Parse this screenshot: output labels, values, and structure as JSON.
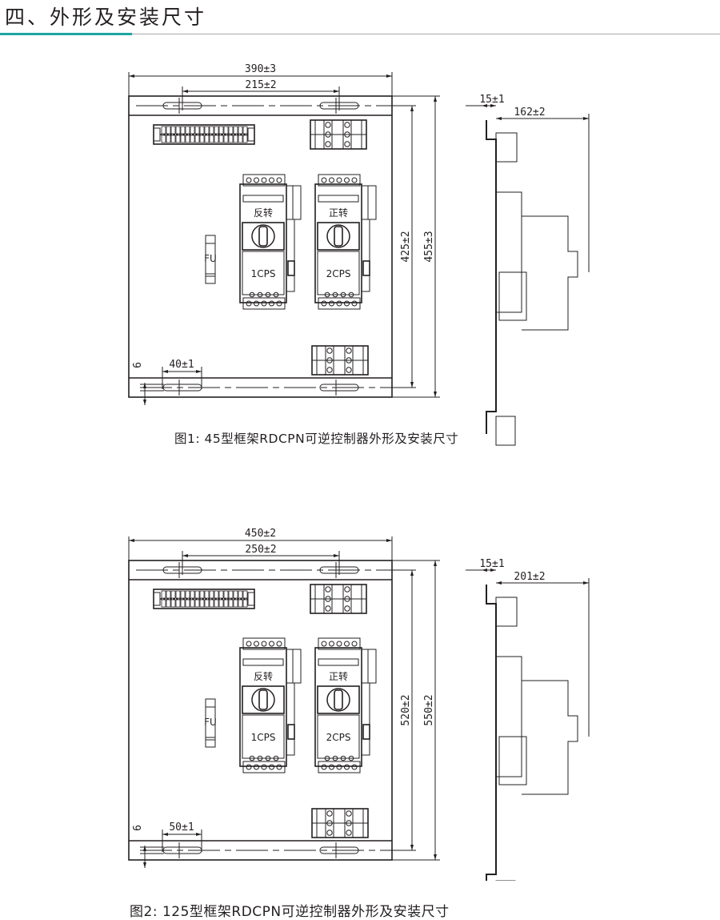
{
  "section": {
    "title": "四、外形及安装尺寸",
    "accent_color": "#1fa5a3",
    "rule_color": "#a9a9a9"
  },
  "figures": [
    {
      "caption": "图1: 45型框架RDCPN可逆控制器外形及安装尺寸",
      "front_view": {
        "overall_width": "390±3",
        "hole_spacing": "215±2",
        "hole_pitch_height": "425±2",
        "overall_height": "455±3",
        "slot_length": "40±1",
        "edge_offset": "6",
        "fuse_label": "FU",
        "modules": [
          {
            "label": "反转",
            "name": "1CPS"
          },
          {
            "label": "正转",
            "name": "2CPS"
          }
        ]
      },
      "side_view": {
        "bracket_offset": "15±1",
        "depth": "162±2"
      }
    },
    {
      "caption": "图2: 125型框架RDCPN可逆控制器外形及安装尺寸",
      "front_view": {
        "overall_width": "450±2",
        "hole_spacing": "250±2",
        "hole_pitch_height": "520±2",
        "overall_height": "550±2",
        "slot_length": "50±1",
        "edge_offset": "6",
        "fuse_label": "FU",
        "modules": [
          {
            "label": "反转",
            "name": "1CPS"
          },
          {
            "label": "正转",
            "name": "2CPS"
          }
        ]
      },
      "side_view": {
        "bracket_offset": "15±1",
        "depth": "201±2"
      }
    }
  ]
}
